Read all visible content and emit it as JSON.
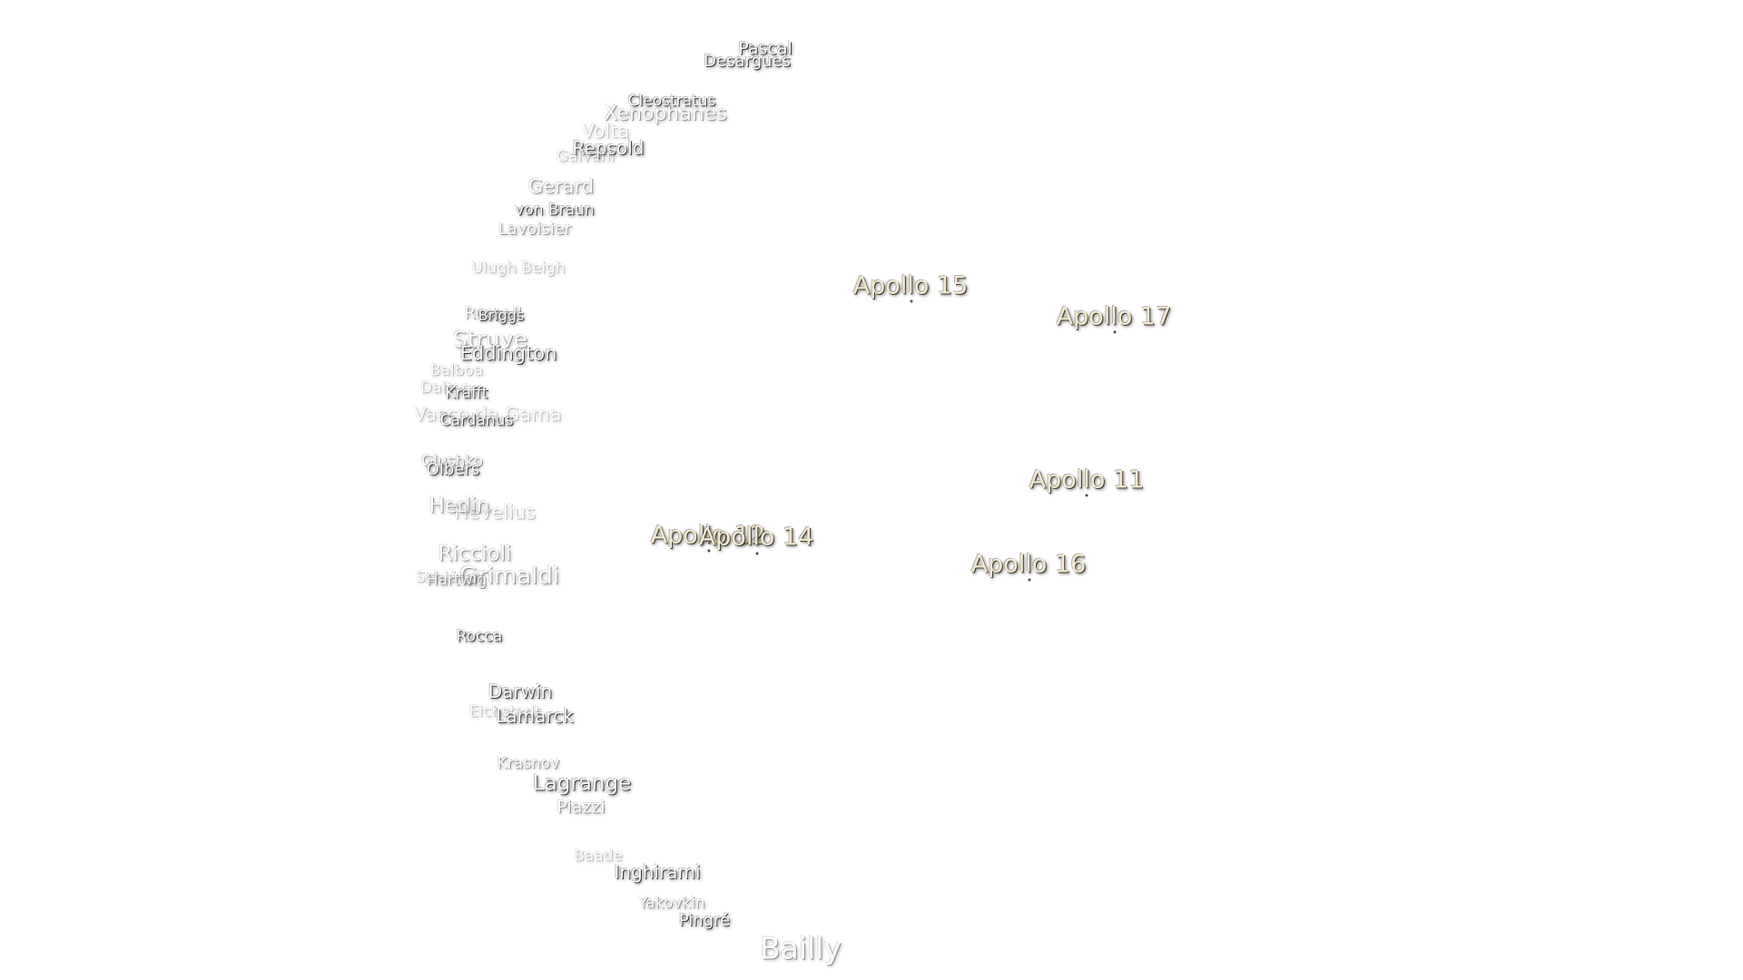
{
  "craters": [
    {
      "name": "Pascal"
    },
    {
      "name": "Desargues"
    },
    {
      "name": "Cleostratus"
    },
    {
      "name": "Xenophanes"
    },
    {
      "name": "Volta"
    },
    {
      "name": "Repsold"
    },
    {
      "name": "Galvani"
    },
    {
      "name": "Gerard"
    },
    {
      "name": "von Braun"
    },
    {
      "name": "Lavoisier"
    },
    {
      "name": "Ulugh Beigh"
    },
    {
      "name": "Russell"
    },
    {
      "name": "Briggs"
    },
    {
      "name": "Struve"
    },
    {
      "name": "Eddington"
    },
    {
      "name": "Balboa"
    },
    {
      "name": "Dalton"
    },
    {
      "name": "Krafft"
    },
    {
      "name": "Vasco da Gama"
    },
    {
      "name": "Cardanus"
    },
    {
      "name": "Olbers"
    },
    {
      "name": "Glushko"
    },
    {
      "name": "Hedin"
    },
    {
      "name": "Hevelius"
    },
    {
      "name": "Riccioli"
    },
    {
      "name": "Grimaldi"
    },
    {
      "name": "Hartwig"
    },
    {
      "name": "Schlüter"
    },
    {
      "name": "Rocca"
    },
    {
      "name": "Darwin"
    },
    {
      "name": "Eichstadt"
    },
    {
      "name": "Lamarck"
    },
    {
      "name": "Krasnov"
    },
    {
      "name": "Lagrange"
    },
    {
      "name": "Piazzi"
    },
    {
      "name": "Baade"
    },
    {
      "name": "Inghirami"
    },
    {
      "name": "Yakovkin"
    },
    {
      "name": "Pingré"
    },
    {
      "name": "Bailly"
    }
  ],
  "landing_sites": [
    {
      "name": "Apollo 15"
    },
    {
      "name": "Apollo 17"
    },
    {
      "name": "Apollo 11"
    },
    {
      "name": "Apollo 12"
    },
    {
      "name": "Apollo 14"
    },
    {
      "name": "Apollo 16"
    }
  ],
  "colors": {
    "crater_text": "#ffffff",
    "site_text": "#f6ecd2",
    "shadow": "#333333"
  }
}
